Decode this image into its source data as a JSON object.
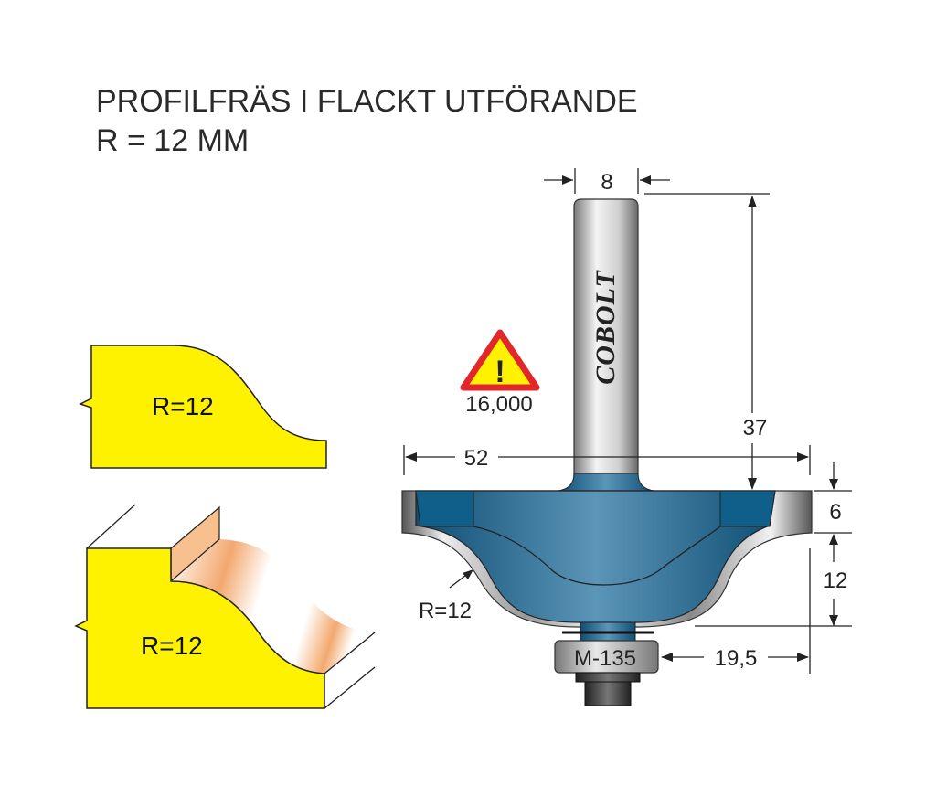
{
  "title": {
    "line1": "PROFILFRÄS I FLACKT UTFÖRANDE",
    "line2": "R = 12 MM"
  },
  "profiles": {
    "flat_label": "R=12",
    "perspective_label": "R=12"
  },
  "warning": {
    "icon": "warning-triangle-icon",
    "symbol": "!",
    "rpm": "16,000"
  },
  "bit": {
    "brand": "COBOLT",
    "bearing_label": "M-135",
    "radius_label": "R=12"
  },
  "dimensions": {
    "shank_diameter": "8",
    "total_length": "37",
    "cutting_diameter": "52",
    "top_height": "6",
    "profile_height": "12",
    "bearing_offset": "19,5"
  },
  "colors": {
    "blue": "#1f6b96",
    "yellow": "#fff200",
    "warning_red": "#e3262b"
  }
}
